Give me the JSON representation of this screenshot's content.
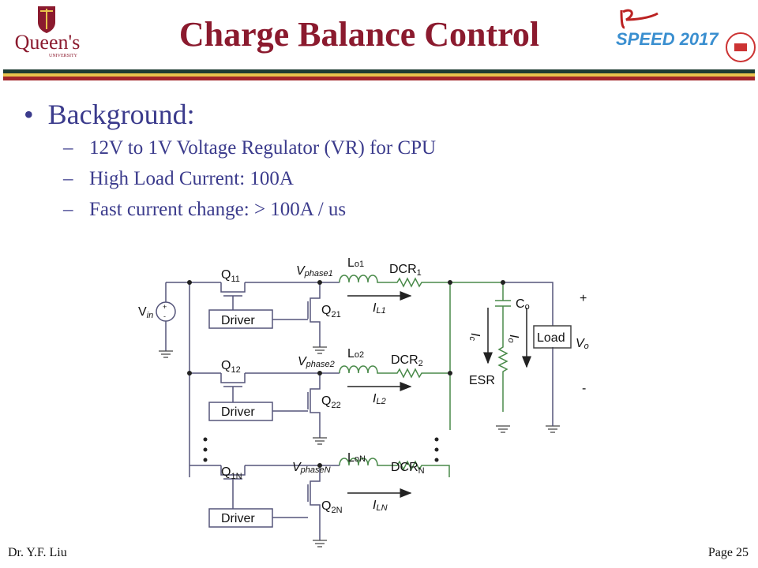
{
  "header": {
    "title": "Charge Balance Control",
    "logo_left": "Queen's UNIVERSITY",
    "logo_right": "SPEED 2017"
  },
  "content": {
    "bullet": "Background:",
    "sub_items": [
      "12V to 1V Voltage Regulator (VR) for CPU",
      "High Load Current: 100A",
      "Fast current change: > 100A / us"
    ]
  },
  "circuit": {
    "vin": {
      "main": "V",
      "sub": "in"
    },
    "q11": {
      "main": "Q",
      "sub": "11"
    },
    "q21": {
      "main": "Q",
      "sub": "21"
    },
    "q12": {
      "main": "Q",
      "sub": "12"
    },
    "q22": {
      "main": "Q",
      "sub": "22"
    },
    "q1n": {
      "main": "Q",
      "sub": "1N"
    },
    "q2n": {
      "main": "Q",
      "sub": "2N"
    },
    "driver": "Driver",
    "vphase1": {
      "main": "V",
      "sub": "phase1"
    },
    "vphase2": {
      "main": "V",
      "sub": "phase2"
    },
    "vphasen": {
      "main": "V",
      "sub": "phaseN"
    },
    "lo1": {
      "main": "L",
      "sub": "o1"
    },
    "lo2": {
      "main": "L",
      "sub": "o2"
    },
    "lon": {
      "main": "L",
      "sub": "oN"
    },
    "dcr1": {
      "main": "DCR",
      "sub": "1"
    },
    "dcr2": {
      "main": "DCR",
      "sub": "2"
    },
    "dcrn": {
      "main": "DCR",
      "sub": "N"
    },
    "il1": {
      "main": "I",
      "sub": "L1"
    },
    "il2": {
      "main": "I",
      "sub": "L2"
    },
    "iln": {
      "main": "I",
      "sub": "LN"
    },
    "co": {
      "main": "C",
      "sub": "o"
    },
    "ic": {
      "main": "I",
      "sub": "c"
    },
    "io": {
      "main": "I",
      "sub": "o"
    },
    "esr": "ESR",
    "load": "Load",
    "vo": {
      "main": "V",
      "sub": "o"
    },
    "plus": "+",
    "minus": "-",
    "colors": {
      "input_wire": "#55557a",
      "output_wire": "#4a8a4a"
    }
  },
  "footer": {
    "author": "Dr. Y.F. Liu",
    "page": "Page 25"
  },
  "colors": {
    "title": "#8b1a2e",
    "text": "#3b3b8c",
    "stripe_green": "#1f3d33",
    "stripe_yellow": "#e9c44c",
    "stripe_red": "#a3262a"
  }
}
